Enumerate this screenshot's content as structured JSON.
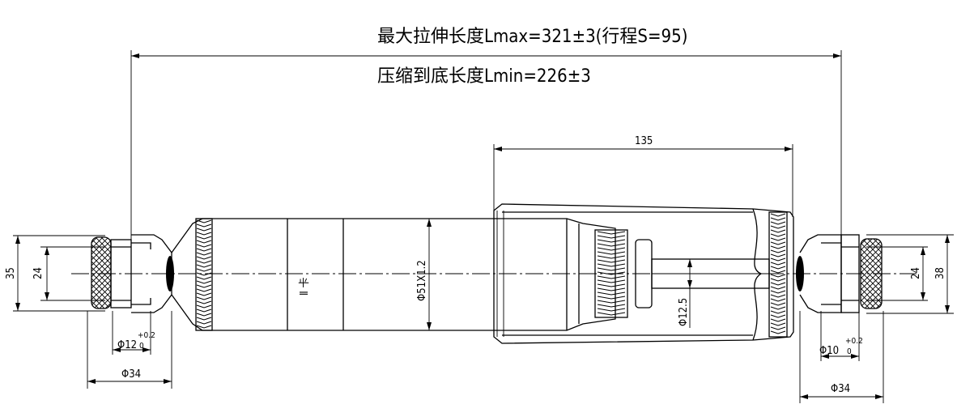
{
  "title": {
    "max_length": "最大拉伸长度Lmax=321±3(行程S=95)",
    "min_length": "压缩到底长度Lmin=226±3"
  },
  "dimensions": {
    "dim_135": "135",
    "left_outer_height": "35",
    "left_inner_height": "24",
    "right_inner_height": "24",
    "right_outer_height": "38",
    "bore_left": "Φ12",
    "bore_left_tol_upper": "+0.2",
    "bore_left_tol_lower": "0",
    "bore_right": "Φ10",
    "bore_right_tol_upper": "+0.2",
    "bore_right_tol_lower": "0",
    "left_eye_width": "Φ34",
    "right_eye_width": "Φ34",
    "body_diameter": "Φ51X1.2",
    "rod_diameter": "Φ12.5"
  },
  "label": {
    "brand": "Ⅱ 卡"
  }
}
